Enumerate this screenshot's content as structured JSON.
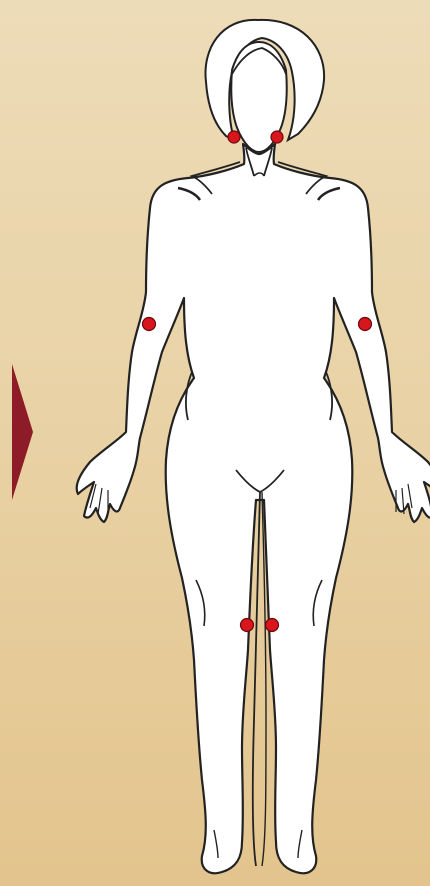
{
  "figure": {
    "icon": "human-body-front-outline",
    "background_color": "#e8d0a2",
    "body_fill": "#ffffff",
    "outline_color": "#222222",
    "marker_color": "#d9151d",
    "arrow_color": "#8e1b28",
    "arrow_direction": "right"
  },
  "markers": [
    {
      "id": "neck-left",
      "region": "neck"
    },
    {
      "id": "neck-right",
      "region": "neck"
    },
    {
      "id": "elbow-right-side",
      "region": "elbow"
    },
    {
      "id": "elbow-left-side",
      "region": "elbow"
    },
    {
      "id": "knee-right-side",
      "region": "knee"
    },
    {
      "id": "knee-left-side",
      "region": "knee"
    }
  ]
}
